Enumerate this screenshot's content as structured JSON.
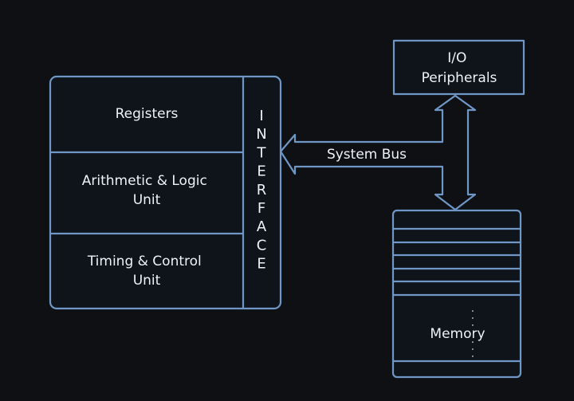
{
  "cpu": {
    "sections": [
      {
        "lines": [
          "Registers"
        ]
      },
      {
        "lines": [
          "Arithmetic & Logic",
          "Unit"
        ]
      },
      {
        "lines": [
          "Timing & Control",
          "Unit"
        ]
      }
    ],
    "interface_label": "INTERFACE"
  },
  "io": {
    "lines": [
      "I/O",
      "Peripherals"
    ]
  },
  "bus": {
    "label": "System Bus"
  },
  "memory": {
    "label": "Memory",
    "ellipsis_top": "·  ·  ·",
    "ellipsis_bottom": "·  ·  ·"
  },
  "colors": {
    "background": "#0e1014",
    "stroke": "#6f97c6",
    "text": "#eef2f8"
  }
}
